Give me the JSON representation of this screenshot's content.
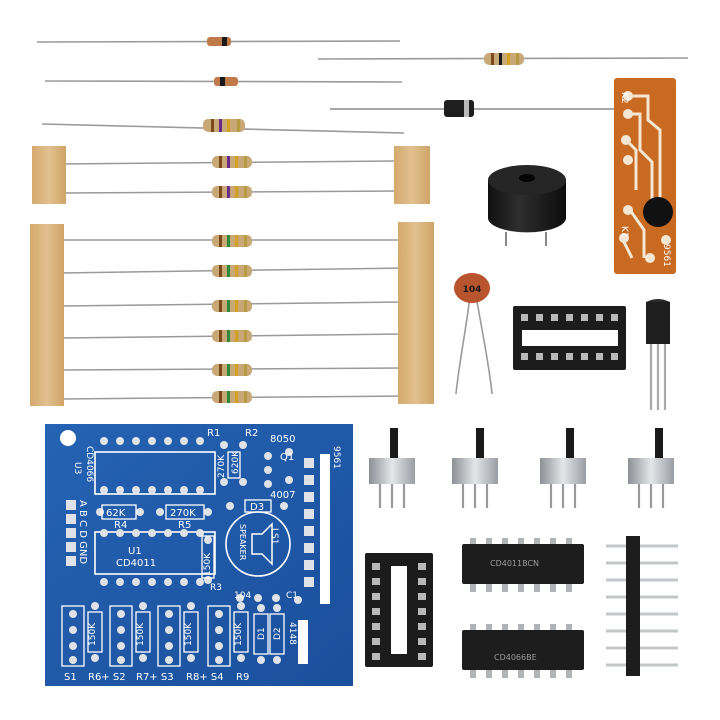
{
  "photo": {
    "background": "#ffffff",
    "colors": {
      "pcb_blue": "#1f57a7",
      "pcb_dark": "#163f7c",
      "pad_silver": "#d9dde2",
      "tape_tan": "#d8b27c",
      "resistor_body": "#c9a877",
      "module_orange": "#c86a22",
      "ic_black": "#1d1d1d",
      "pin_metal": "#b8bcc0",
      "cap_orange": "#b8542e"
    }
  },
  "pcb": {
    "labels": {
      "u3": "U3",
      "cd4066": "CD4066",
      "r1": "R1",
      "r2": "R2",
      "v8050": "8050",
      "q1": "Q1",
      "v9561": "9561",
      "v620k": "620K",
      "v270k_vertical": "270K",
      "v4007": "4007",
      "d3": "D3",
      "v62k": "62K",
      "v270k": "270K",
      "r4": "R4",
      "r5": "R5",
      "abcd": "A B C D GND",
      "u1": "U1",
      "cd4011": "CD4011",
      "v150k_r3": "150K",
      "r3": "R3",
      "ls1": "LS1",
      "speaker": "SPEAKER",
      "v104": "104",
      "c1": "C1",
      "v150k_1": "150K",
      "v150k_2": "150K",
      "v150k_3": "150K",
      "v150k_4": "150K",
      "d1": "D1",
      "d2": "D2",
      "v4148": "4148",
      "s1": "S1",
      "r6s2": "R6+ S2",
      "r7s3": "R7+ S3",
      "r8s4": "R8+ S4",
      "r9": "R9"
    }
  },
  "components": {
    "capacitor_code": "104",
    "module_labels": {
      "k2": "K2",
      "k1": "K1",
      "code": "9561"
    },
    "ic1_marking": "CD4011BCN",
    "ic2_marking": "CD4066BE"
  }
}
